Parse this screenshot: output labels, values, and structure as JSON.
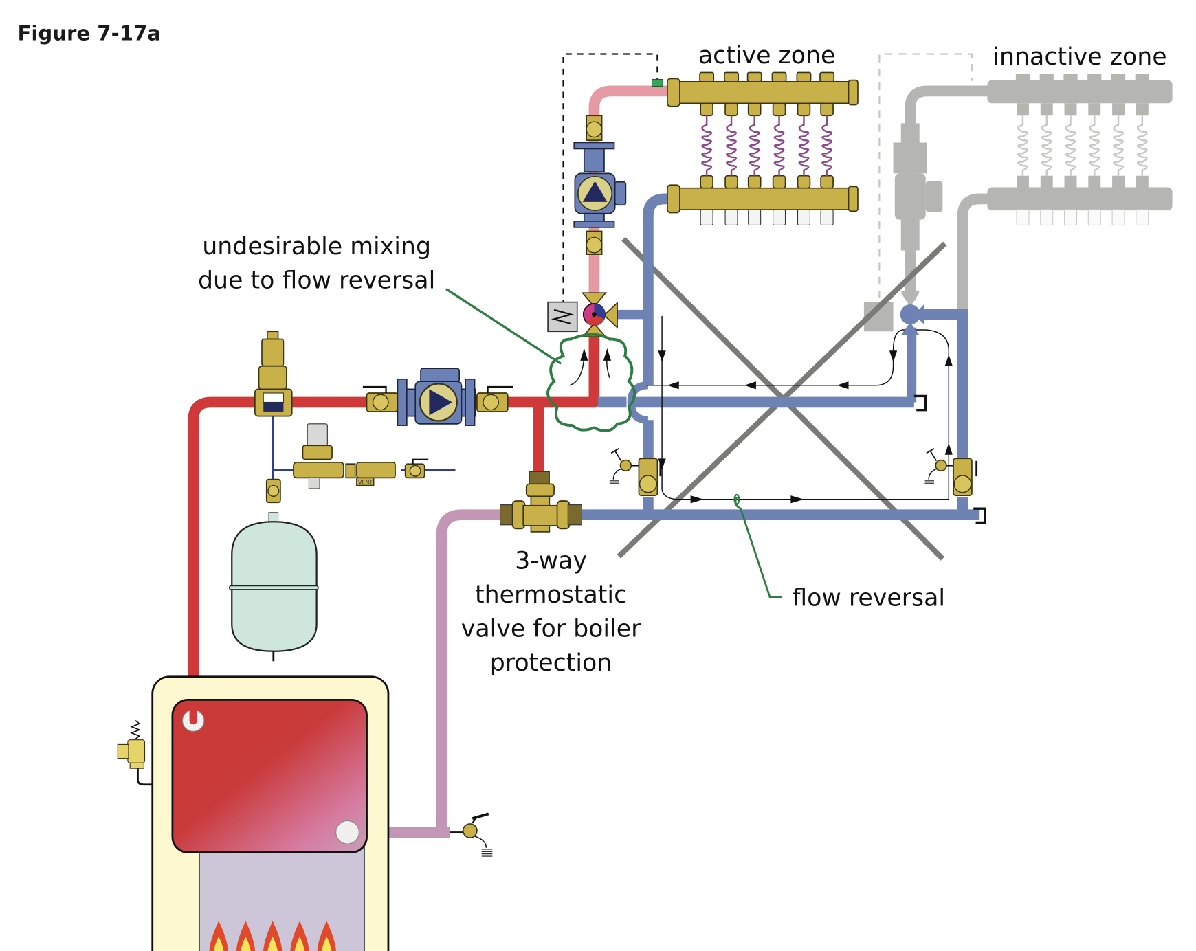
{
  "figure": {
    "title": "Figure 7-17a"
  },
  "labels": {
    "active_zone": "active zone",
    "inactive_zone": "innactive zone",
    "mixing_line1": "undesirable mixing",
    "mixing_line2": "due to flow reversal",
    "valve_line1": "3-way",
    "valve_line2": "thermostatic",
    "valve_line3": "valve for boiler",
    "valve_line4": "protection",
    "flow_reversal": "flow reversal",
    "vent_tag": "VENT"
  },
  "colors": {
    "supply_hot": "#d0393a",
    "supply_mixed": "#e59aa3",
    "return_cool": "#6e82b4",
    "boiler_return": "#c496b6",
    "inactive_gray": "#b5b6b2",
    "brass": "#c9b14a",
    "callout_green": "#2e7d43",
    "cross_gray": "#7a7b78",
    "tank": "#cfe6dc",
    "boiler_jacket": "#fdf8d0",
    "combustion": "#cdc6d8"
  },
  "icons": {
    "circulator": "circulator-pump-icon",
    "zone_valve": "three-way-zone-valve-icon",
    "flame": "flame-icon",
    "ball_valve": "ball-valve-icon",
    "drain": "drain-valve-icon",
    "relief": "relief-valve-icon",
    "air_vent": "air-separator-icon",
    "expansion_tank": "expansion-tank-icon",
    "manifold": "manifold-icon",
    "actuator": "valve-actuator-icon",
    "cross": "x-mark-icon"
  }
}
